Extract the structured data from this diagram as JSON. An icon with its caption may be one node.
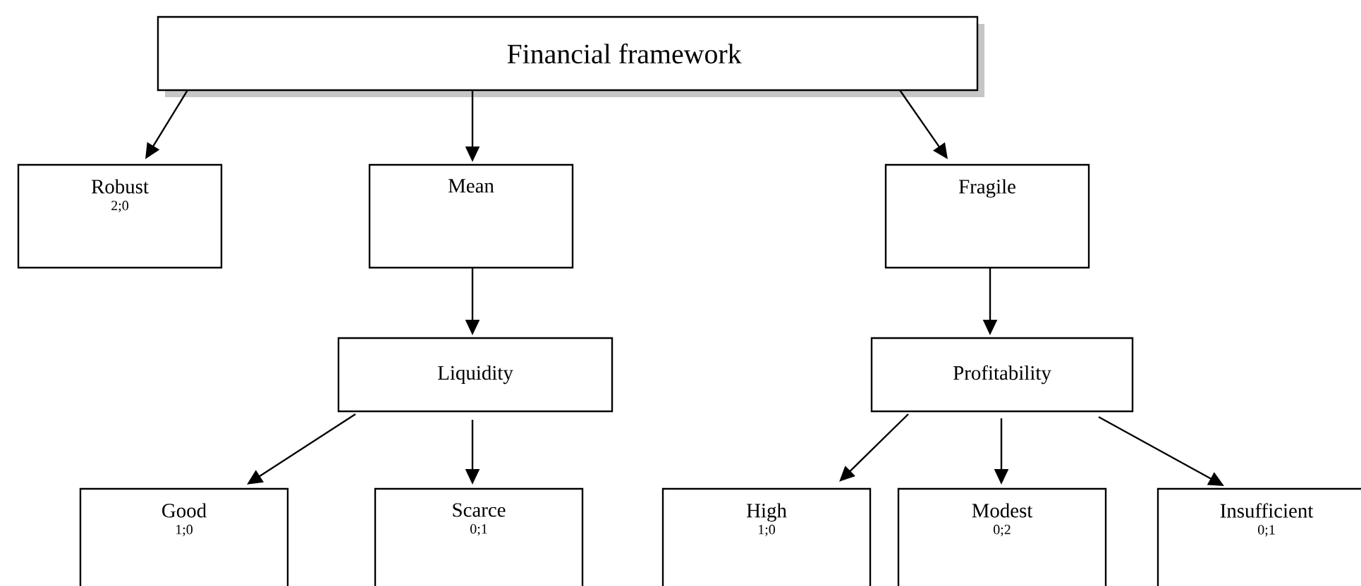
{
  "diagram": {
    "nodes": [
      {
        "text": [
          "Financial framework"
        ]
      },
      {
        "text": [
          "Robust",
          "2;0"
        ]
      },
      {
        "text": [
          "Mean"
        ]
      },
      {
        "text": [
          "Fragile"
        ]
      },
      {
        "text": [
          "Liquidity"
        ]
      },
      {
        "text": [
          "Profitability"
        ]
      },
      {
        "text": [
          "Good",
          "1;0"
        ]
      },
      {
        "text": [
          "Scarce",
          "0;1"
        ]
      },
      {
        "text": [
          "High",
          "1;0"
        ]
      },
      {
        "text": [
          "Modest",
          "0;2"
        ]
      },
      {
        "text": [
          "Insufficient",
          "0;1"
        ]
      }
    ],
    "edges": [
      {
        "from": 0,
        "to": 1,
        "arrow": "to"
      },
      {
        "from": 0,
        "to": 2,
        "arrow": "to"
      },
      {
        "from": 0,
        "to": 3,
        "arrow": "to"
      },
      {
        "from": 2,
        "to": 4,
        "arrow": "to"
      },
      {
        "from": 3,
        "to": 5,
        "arrow": "to"
      },
      {
        "from": 4,
        "to": 6,
        "arrow": "to"
      },
      {
        "from": 4,
        "to": 7,
        "arrow": "to"
      },
      {
        "from": 5,
        "to": 8,
        "arrow": "to"
      },
      {
        "from": 5,
        "to": 9,
        "arrow": "to"
      },
      {
        "from": 5,
        "to": 10,
        "arrow": "to"
      }
    ]
  }
}
